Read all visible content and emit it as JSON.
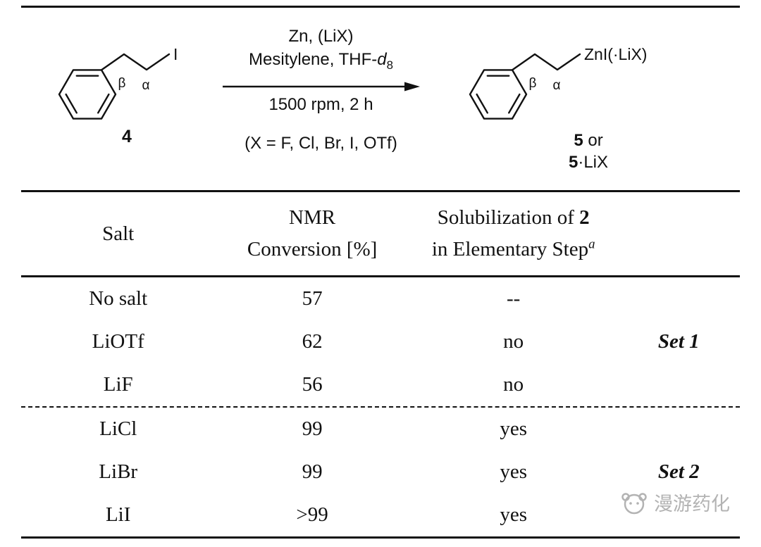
{
  "scheme": {
    "reagent_line1": "Zn, (LiX)",
    "reagent_line2_prefix": "Mesitylene, THF-",
    "reagent_line2_italic": "d",
    "reagent_line2_sub": "8",
    "condition_line": "1500 rpm, 2 h",
    "x_definition": "(X = F, Cl, Br, I, OTf)",
    "left_structure": {
      "beta_label": "β",
      "alpha_label": "α",
      "terminal_group": "I",
      "compound_number": "4"
    },
    "right_structure": {
      "beta_label": "β",
      "alpha_label": "α",
      "terminal_group": "ZnI(·LiX)",
      "compound_line1_bold": "5",
      "compound_line1_rest": " or",
      "compound_line2_bold": "5",
      "compound_line2_rest": "·LiX"
    }
  },
  "table": {
    "header": {
      "col1": "Salt",
      "col2_line1": "NMR",
      "col2_line2": "Conversion [%]",
      "col3_line1_prefix": "Solubilization of ",
      "col3_line1_bold": "2",
      "col3_line2": "in Elementary Step",
      "col3_footnote": "a"
    },
    "rows": [
      {
        "salt": "No salt",
        "conversion": "57",
        "solubilization": "--",
        "set_label": ""
      },
      {
        "salt": "LiOTf",
        "conversion": "62",
        "solubilization": "no",
        "set_label": "Set 1"
      },
      {
        "salt": "LiF",
        "conversion": "56",
        "solubilization": "no",
        "set_label": ""
      },
      {
        "salt": "LiCl",
        "conversion": "99",
        "solubilization": "yes",
        "set_label": ""
      },
      {
        "salt": "LiBr",
        "conversion": "99",
        "solubilization": "yes",
        "set_label": "Set 2"
      },
      {
        "salt": "LiI",
        "conversion": ">99",
        "solubilization": "yes",
        "set_label": ""
      }
    ]
  },
  "watermark": {
    "label": "漫游药化"
  },
  "colors": {
    "ink": "#111111",
    "watermark_gray": "#b3b3b3"
  }
}
